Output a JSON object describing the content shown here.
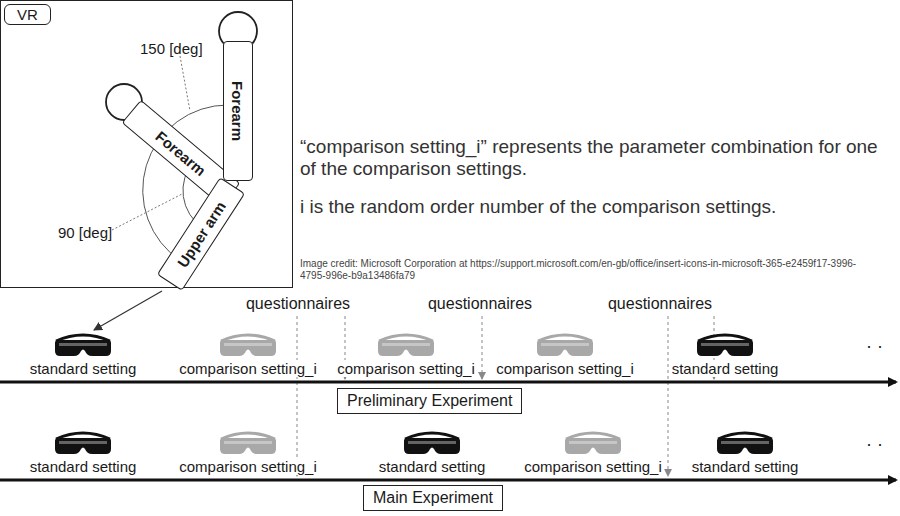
{
  "diagram": {
    "nodes": [
      {
        "text": [
          "VR"
        ]
      },
      {
        "text": [
          "Forearm"
        ],
        "in": 0
      },
      {
        "text": [
          "Forearm"
        ],
        "in": 0
      },
      {
        "text": [
          "Upper arm"
        ],
        "in": 0
      },
      {
        "text": [
          "Preliminary Experiment"
        ]
      },
      {
        "text": [
          "Main Experiment"
        ]
      }
    ],
    "labels": [
      "150 [deg]",
      "90 [deg]",
      "“comparison setting_i” represents the parameter combination for one of the comparison settings.",
      "i is the random order number of the comparison settings.",
      "Image credit: Microsoft Corporation at https://support.microsoft.com/en-gb/office/insert-icons-in-microsoft-365-e2459f17-3996-4795-996e-b9a13486fa79",
      "questionnaires",
      "questionnaires",
      "questionnaires",
      "standard setting",
      "comparison setting_i",
      "comparison setting_i",
      "comparison setting_i",
      "standard setting",
      "· ·",
      "standard setting",
      "comparison setting_i",
      "standard setting",
      "comparison setting_i",
      "standard setting",
      "· ·"
    ]
  }
}
